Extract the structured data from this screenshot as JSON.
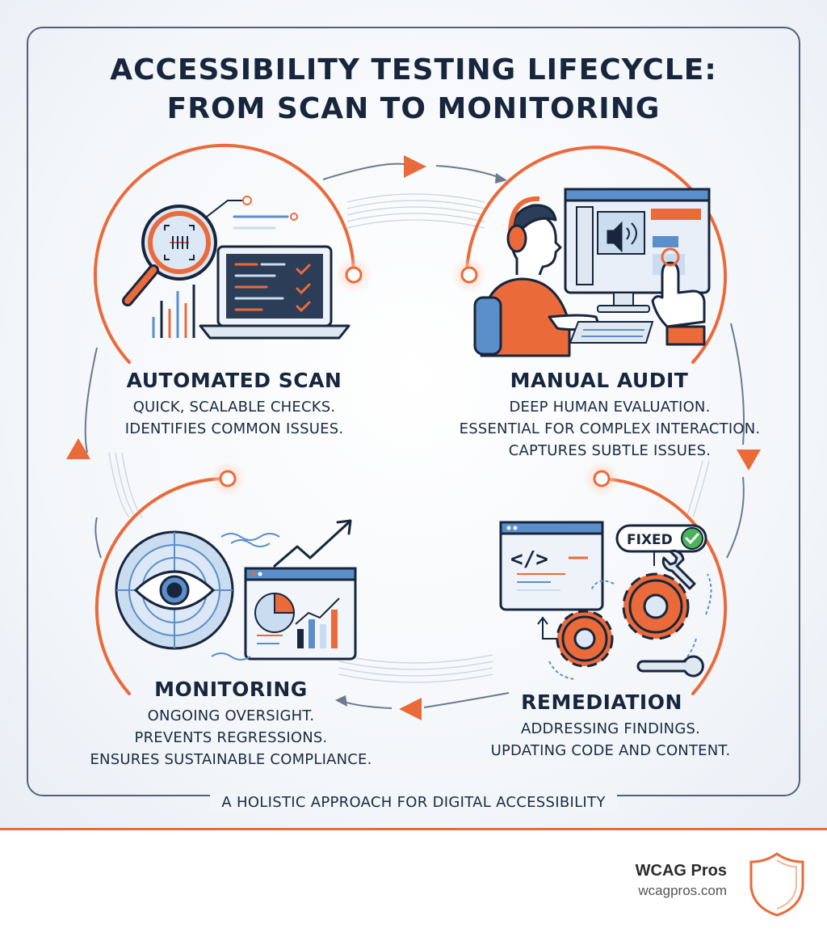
{
  "title": {
    "line1": "ACCESSIBILITY TESTING LIFECYCLE:",
    "line2": "FROM SCAN TO MONITORING"
  },
  "stages": [
    {
      "title": "AUTOMATED SCAN",
      "description": [
        "QUICK, SCALABLE CHECKS.",
        "IDENTIFIES COMMON ISSUES."
      ]
    },
    {
      "title": "MANUAL AUDIT",
      "description": [
        "DEEP HUMAN EVALUATION.",
        "ESSENTIAL FOR COMPLEX INTERACTION.",
        "CAPTURES SUBTLE ISSUES."
      ]
    },
    {
      "title": "REMEDIATION",
      "description": [
        "ADDRESSING FINDINGS.",
        "UPDATING CODE AND CONTENT."
      ],
      "badge": "FIXED",
      "code_symbol": "</>"
    },
    {
      "title": "MONITORING",
      "description": [
        "ONGOING OVERSIGHT.",
        "PREVENTS REGRESSIONS.",
        "ENSURES SUSTAINABLE COMPLIANCE."
      ]
    }
  ],
  "footer": "A HOLISTIC APPROACH FOR DIGITAL ACCESSIBILITY",
  "brand": {
    "name": "WCAG Pros",
    "url": "wcagpros.com"
  },
  "colors": {
    "accent": "#ea6a3a",
    "navy": "#17263d",
    "blue": "#5b8fc9",
    "light_blue": "#c9dcf0",
    "gray_line": "#6c7a8e"
  },
  "icons": [
    "magnifier-icon",
    "laptop-icon",
    "person-headset-icon",
    "monitor-icon",
    "pointer-hand-icon",
    "eye-radar-icon",
    "dashboard-icon",
    "gears-icon",
    "wrench-icon",
    "check-icon",
    "shield-logo-icon"
  ]
}
